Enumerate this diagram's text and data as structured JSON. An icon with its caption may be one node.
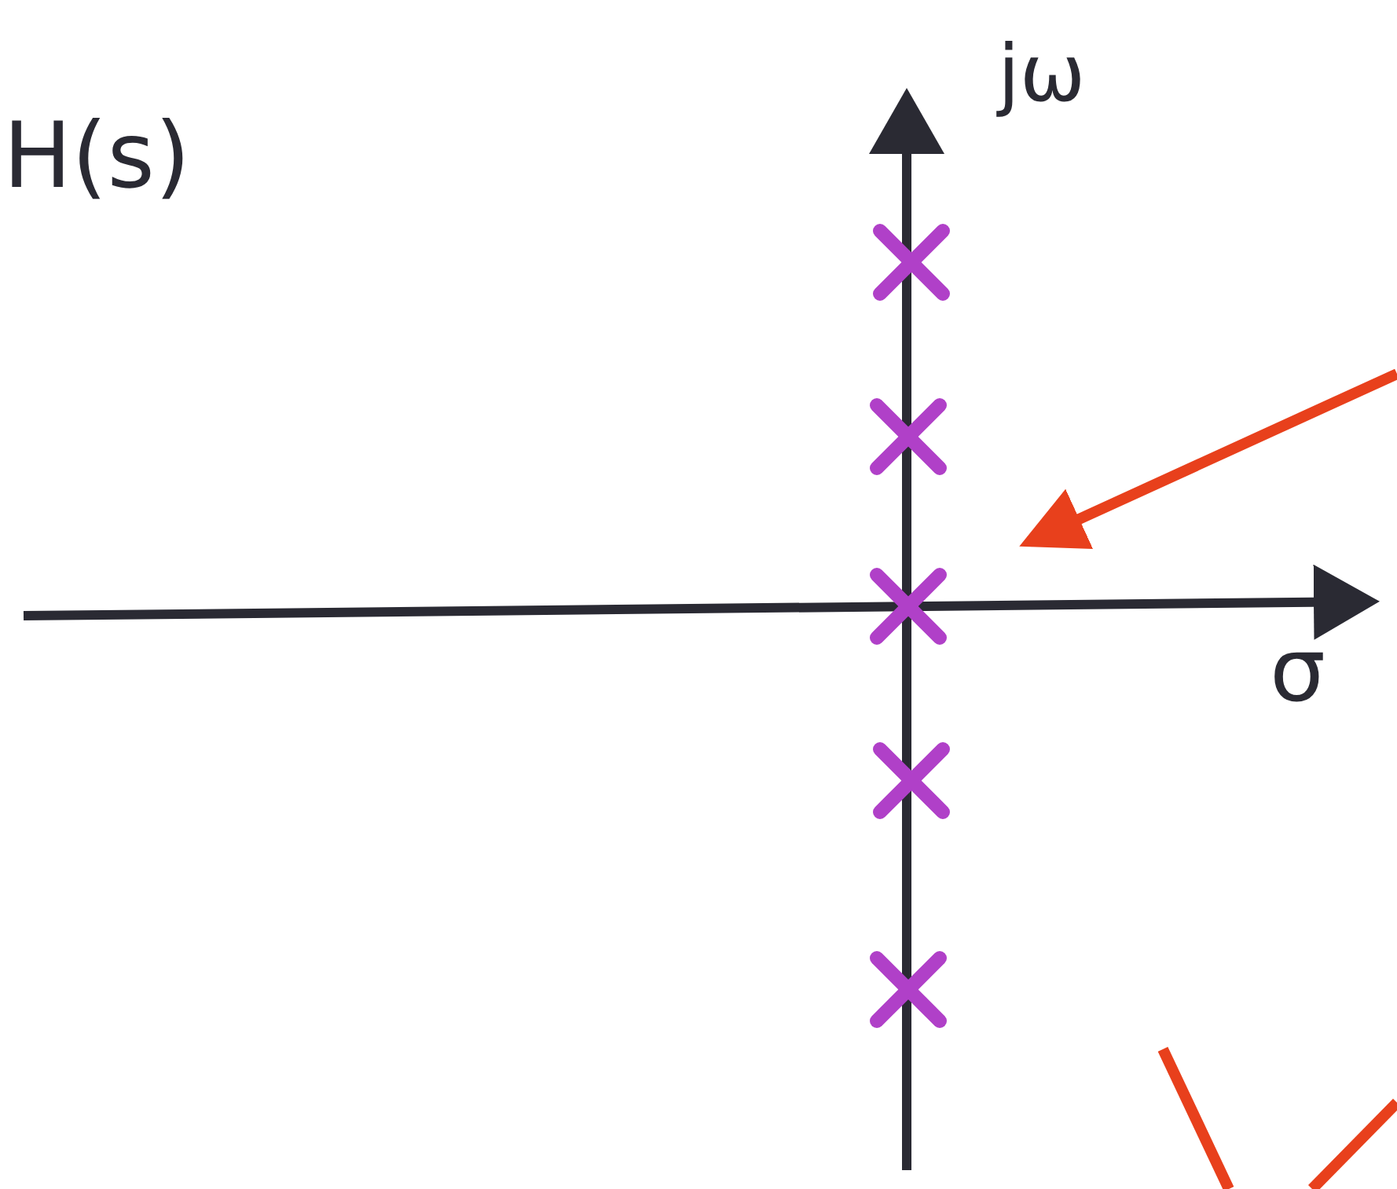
{
  "diagram": {
    "labels": [
      "H(s)",
      "jω",
      "σ"
    ]
  }
}
